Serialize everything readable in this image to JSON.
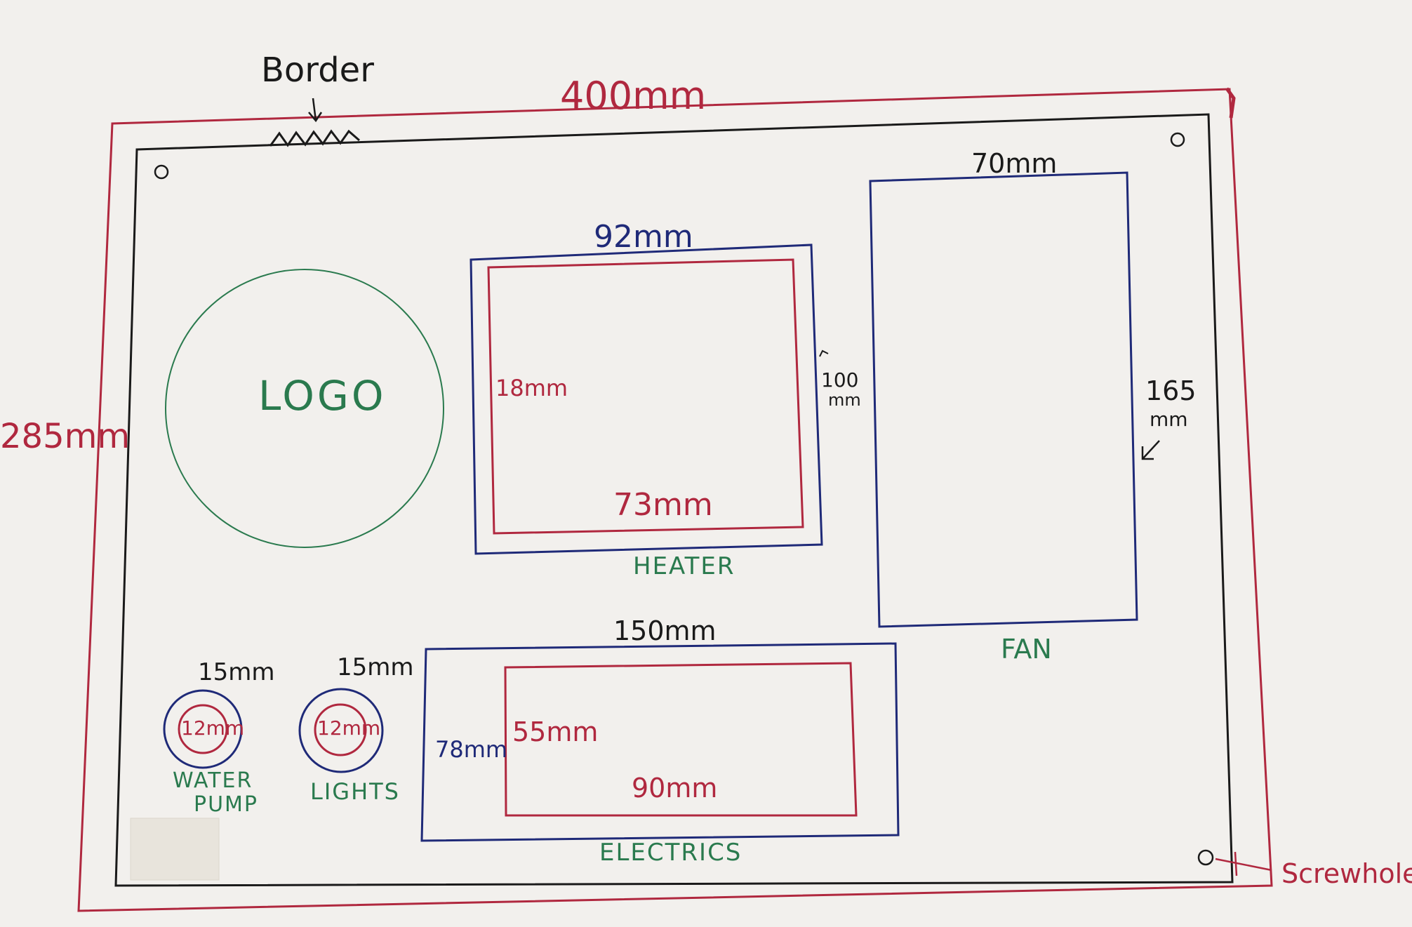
{
  "colors": {
    "outer_red": "#b0283f",
    "black": "#1a1a1a",
    "blue": "#1f2a78",
    "green": "#2a7a4e",
    "paper": "#f2f0ed"
  },
  "labels": {
    "border": "Border",
    "width_outer": "400mm",
    "height_outer": "285mm",
    "logo": "LOGO",
    "heater_width": "92mm",
    "heater_inner_side": "18mm",
    "heater_height_top": "100",
    "heater_height_unit": "mm",
    "heater_inner_bottom": "73mm",
    "heater": "HEATER",
    "fan_width": "70mm",
    "fan_height_top": "165",
    "fan_height_unit": "mm",
    "fan": "FAN",
    "electrics_width": "150mm",
    "electrics_height": "78mm",
    "electrics_inner_side": "55mm",
    "electrics_inner_bottom": "90mm",
    "electrics": "ELECTRICS",
    "pump_outer": "15mm",
    "pump_inner": "12mm",
    "water_pump_1": "WATER",
    "water_pump_2": "PUMP",
    "lights_outer": "15mm",
    "lights_inner": "12mm",
    "lights": "LIGHTS",
    "screwholes": "Screwholes"
  }
}
